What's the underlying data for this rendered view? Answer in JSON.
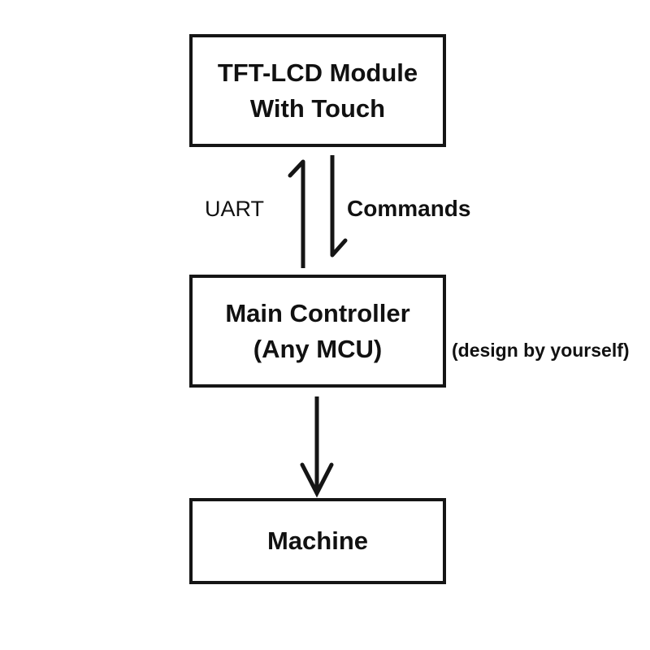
{
  "diagram": {
    "title": "TFT-LCD Module system block diagram",
    "background_color": "#ffffff",
    "stroke_color": "#151515",
    "text_color": "#111111",
    "nodes": [
      {
        "id": "tft-lcd-module",
        "line1": "TFT-LCD Module",
        "line2": "With Touch"
      },
      {
        "id": "main-controller",
        "line1": "Main Controller",
        "line2": "(Any MCU)"
      },
      {
        "id": "machine",
        "line1": "Machine"
      }
    ],
    "edges": [
      {
        "id": "uart-uplink",
        "label": "UART",
        "from": "main-controller",
        "to": "tft-lcd-module",
        "direction": "up"
      },
      {
        "id": "commands-downlink",
        "label": "Commands",
        "from": "tft-lcd-module",
        "to": "main-controller",
        "direction": "down"
      },
      {
        "id": "controller-to-machine",
        "label": "",
        "from": "main-controller",
        "to": "machine",
        "direction": "down"
      }
    ],
    "annotations": [
      {
        "id": "design-note",
        "text": "(design by yourself)",
        "attached_to": "main-controller"
      }
    ]
  }
}
